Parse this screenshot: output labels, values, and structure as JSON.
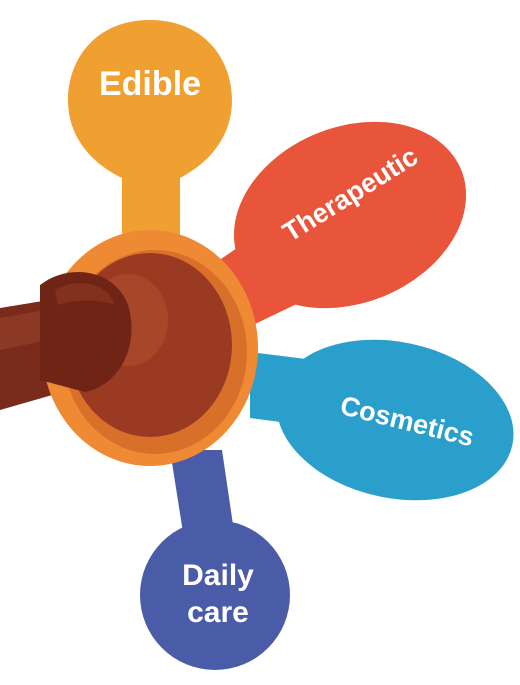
{
  "petals": [
    {
      "id": "edible",
      "lines": [
        "Edible"
      ],
      "color": "#F0A030"
    },
    {
      "id": "therapeutic",
      "lines": [
        "Therapeutic"
      ],
      "color": "#E8553A"
    },
    {
      "id": "cosmetics",
      "lines": [
        "Cosmetics"
      ],
      "color": "#2A9FCB"
    },
    {
      "id": "daily-care",
      "lines": [
        "Daily",
        "care"
      ],
      "color": "#4A5BA8"
    }
  ],
  "hub": {
    "image": "reishi-mushroom",
    "colors": {
      "rim": "#EE8A34",
      "inner": "#9A3A22",
      "stem": "#7A2A1A"
    }
  }
}
